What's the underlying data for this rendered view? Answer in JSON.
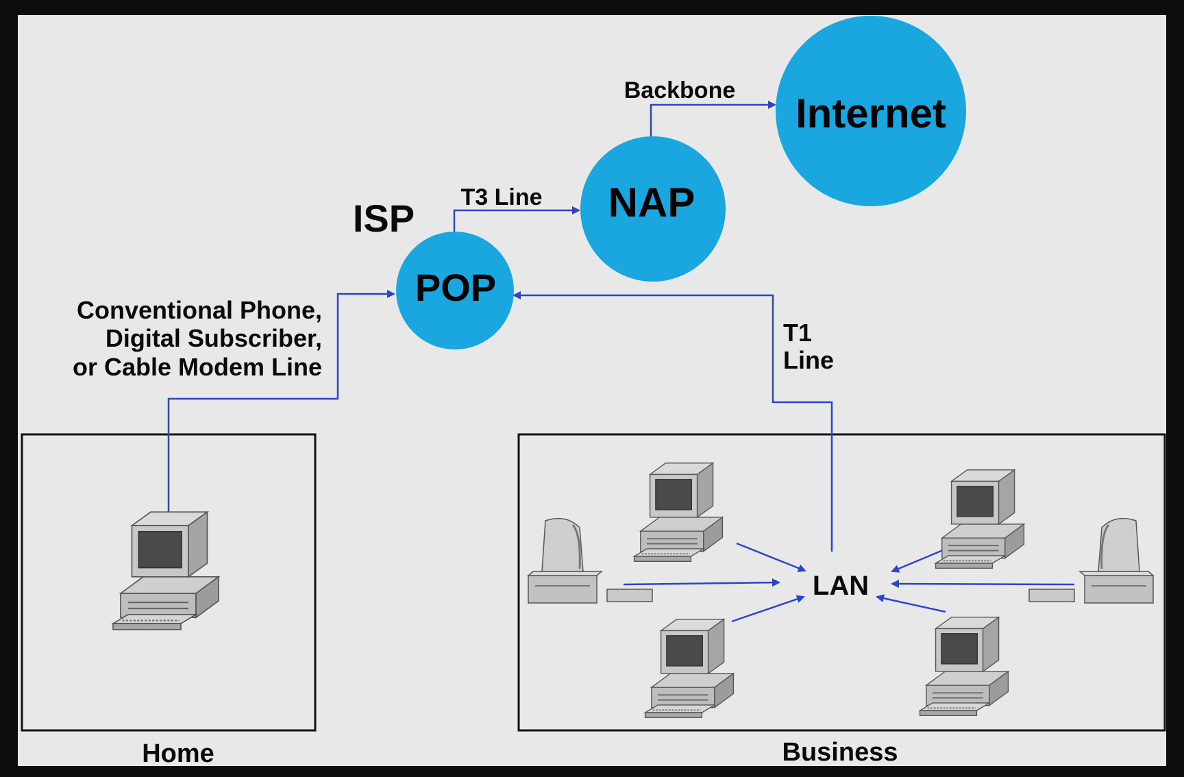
{
  "colors": {
    "frame": "#0d0d0d",
    "panel": "#e8e8e8",
    "node": "#1aa7e0",
    "link": "#2b45c8",
    "box_stroke": "#111111"
  },
  "nodes": {
    "internet": "Internet",
    "nap": "NAP",
    "pop": "POP",
    "isp": "ISP",
    "lan": "LAN"
  },
  "links": {
    "backbone": "Backbone",
    "t3": "T3 Line",
    "t1_line1": "T1",
    "t1_line2": "Line",
    "home_line1": "Conventional Phone,",
    "home_line2": "Digital Subscriber,",
    "home_line3": "or Cable Modem Line"
  },
  "sections": {
    "home": "Home",
    "business": "Business"
  },
  "icons": {
    "home_computer": "desktop-computer-icon",
    "business_computers": "desktop-computer-icon"
  }
}
